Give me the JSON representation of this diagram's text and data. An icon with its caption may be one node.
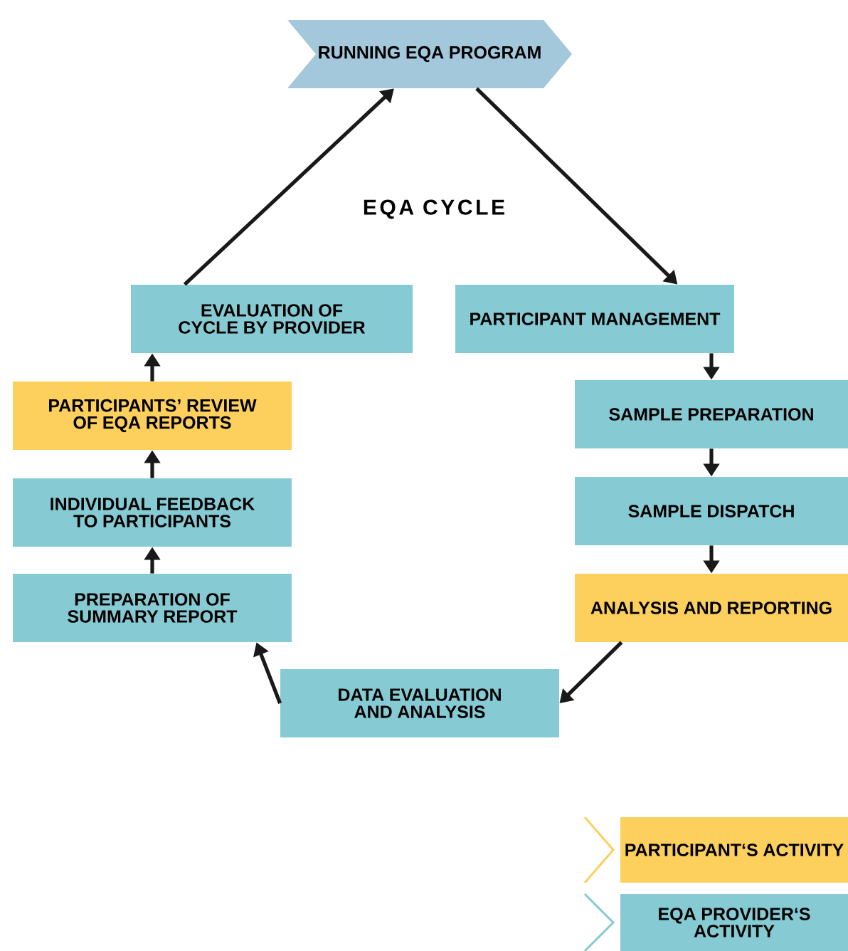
{
  "diagram": {
    "title": "EQA CYCLE",
    "nodes": [
      {
        "text": [
          "RUNNING EQA PROGRAM"
        ]
      },
      {
        "text": [
          "PARTICIPANT MANAGEMENT"
        ]
      },
      {
        "text": [
          "SAMPLE PREPARATION"
        ]
      },
      {
        "text": [
          "SAMPLE DISPATCH"
        ]
      },
      {
        "text": [
          "ANALYSIS AND REPORTING"
        ]
      },
      {
        "text": [
          "DATA EVALUATION AND ANALYSIS"
        ]
      },
      {
        "text": [
          "PREPARATION OF SUMMARY REPORT"
        ]
      },
      {
        "text": [
          "INDIVIDUAL FEEDBACK TO PARTICIPANTS"
        ]
      },
      {
        "text": [
          "PARTICIPANTS’ REVIEW OF EQA REPORTS"
        ]
      },
      {
        "text": [
          "EVALUATION OF CYCLE BY PROVIDER"
        ]
      }
    ],
    "edges": [
      {
        "from": 0,
        "to": 1,
        "arrow": "to"
      },
      {
        "from": 1,
        "to": 2,
        "arrow": "to"
      },
      {
        "from": 2,
        "to": 3,
        "arrow": "to"
      },
      {
        "from": 3,
        "to": 4,
        "arrow": "to"
      },
      {
        "from": 4,
        "to": 5,
        "arrow": "to"
      },
      {
        "from": 5,
        "to": 6,
        "arrow": "to"
      },
      {
        "from": 6,
        "to": 7,
        "arrow": "to"
      },
      {
        "from": 7,
        "to": 8,
        "arrow": "to"
      },
      {
        "from": 8,
        "to": 9,
        "arrow": "to"
      },
      {
        "from": 9,
        "to": 0,
        "arrow": "to"
      }
    ],
    "legend": [
      {
        "text": "PARTICIPANT‘S ACTIVITY",
        "color": "#fdcf5d"
      },
      {
        "text": "EQA PROVIDER‘S ACTIVITY",
        "color": "#86cbd3"
      }
    ]
  }
}
